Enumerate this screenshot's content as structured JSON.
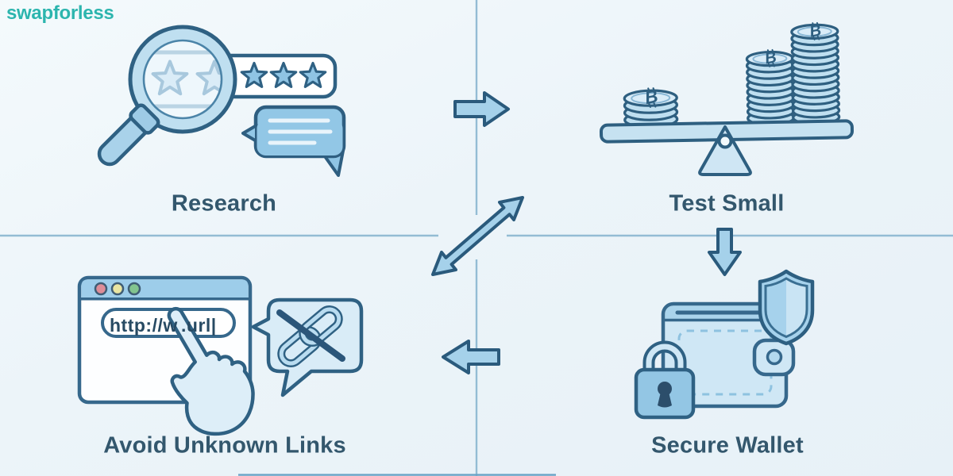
{
  "brand": {
    "name": "swapforless",
    "color": "#2cb5ae"
  },
  "steps": [
    {
      "id": "research",
      "label": "Research",
      "icon": "magnifying-glass-over-star-rating-with-review-bubble",
      "rating_stars_shown": 5
    },
    {
      "id": "test-small",
      "label": "Test Small",
      "icon": "balance-beam-with-bitcoin-coin-stacks",
      "coin_stacks": 3
    },
    {
      "id": "secure-wallet",
      "label": "Secure Wallet",
      "icon": "wallet-with-padlock-and-shield"
    },
    {
      "id": "avoid-unknown-links",
      "label": "Avoid Unknown Links",
      "icon": "browser-url-click-with-crossed-link-bubble"
    }
  ],
  "flow_arrows": [
    {
      "id": "arrow-right",
      "meaning": "research-to-test-small",
      "direction": "right"
    },
    {
      "id": "arrow-down",
      "meaning": "test-small-to-secure-wallet",
      "direction": "down"
    },
    {
      "id": "arrow-left",
      "meaning": "secure-wallet-to-avoid-unknown-links",
      "direction": "left"
    },
    {
      "id": "arrow-diagonal",
      "meaning": "center-two-way-exchange",
      "direction": "diagonal-double-headed"
    }
  ],
  "browser_mock": {
    "url_prefix": "http://w",
    "url_suffix": ".url",
    "text_cursor": "|"
  },
  "icons": {
    "magnifier": "magnifying-glass",
    "star": "five-point-star",
    "review_bubble": "speech-bubble-with-text-lines",
    "coin": "bitcoin-coin",
    "balance": "seesaw-balance",
    "wallet": "wallet",
    "padlock": "padlock",
    "shield": "shield",
    "browser": "browser-window",
    "hand": "pointing-hand-cursor",
    "broken_link": "chain-link-crossed-out"
  },
  "colors": {
    "brand_teal": "#2cb5ae",
    "label_text": "#33576d",
    "outline_dark": "#2f6183",
    "icon_fill_blue": "#a5d1ea",
    "icon_fill_pale": "#d9ecf7",
    "divider_line": "#93bcd4",
    "background": "#ecf4f9",
    "browser_dots": [
      "#dd8d98",
      "#e9e5a2",
      "#82c48f"
    ]
  }
}
